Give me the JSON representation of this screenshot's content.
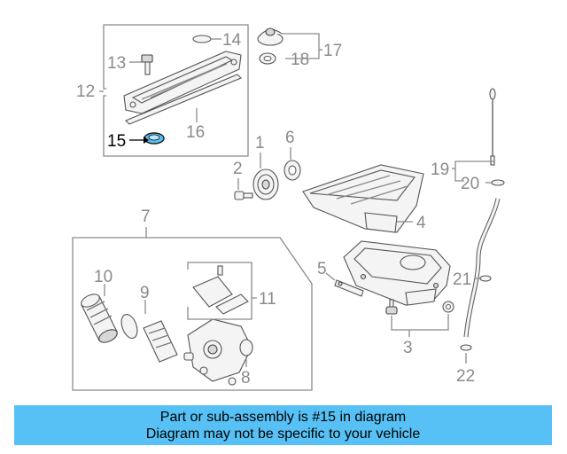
{
  "colors": {
    "highlight": "#57c1f5",
    "callout_text": "#8a8a8a",
    "highlight_text": "#000000"
  },
  "callouts": {
    "c1": "1",
    "c2": "2",
    "c3": "3",
    "c4": "4",
    "c5": "5",
    "c6": "6",
    "c7": "7",
    "c8": "8",
    "c9": "9",
    "c10": "10",
    "c11": "11",
    "c12": "12",
    "c13": "13",
    "c14": "14",
    "c15": "15",
    "c16": "16",
    "c17": "17",
    "c18": "18",
    "c19": "19",
    "c20": "20",
    "c21": "21",
    "c22": "22"
  },
  "highlighted_part": "15",
  "banner": {
    "line1": "Part or sub-assembly is #15 in diagram",
    "line2": "Diagram may not be specific to your vehicle"
  }
}
